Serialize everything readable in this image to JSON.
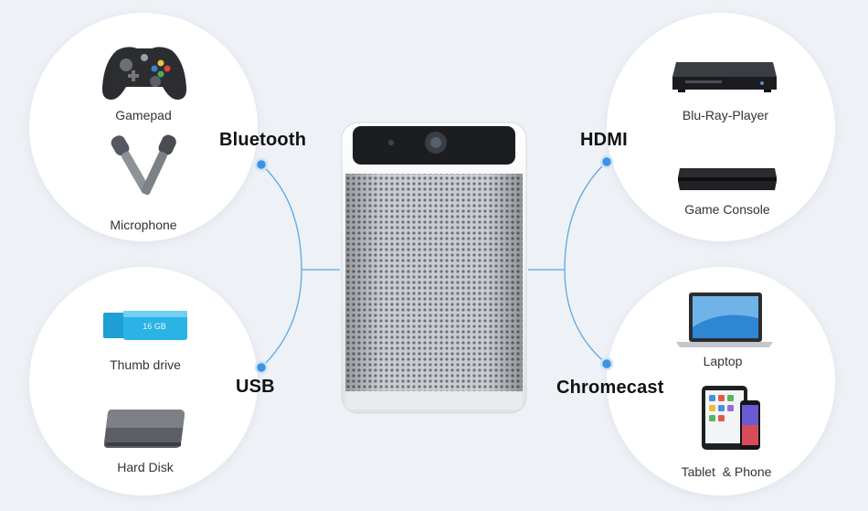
{
  "groups": {
    "bluetooth": {
      "title": "Bluetooth",
      "items": [
        "Gamepad",
        "Microphone"
      ]
    },
    "usb": {
      "title": "USB",
      "items": [
        "Thumb drive",
        "Hard Disk"
      ]
    },
    "hdmi": {
      "title": "HDMI",
      "items": [
        "Blu-Ray-Player",
        "Game Console"
      ]
    },
    "chromecast": {
      "title": "Chromecast",
      "items": [
        "Laptop",
        "Tablet  & Phone"
      ]
    }
  },
  "thumb_drive_capacity": "16 GB",
  "colors": {
    "background": "#eef1f6",
    "connector": "#5aa8e6",
    "node": "#3b93e4",
    "usb_drive": "#22a7d8"
  },
  "icons": {
    "gamepad": "gamepad-icon",
    "microphone": "microphone-icon",
    "thumb_drive": "thumb-drive-icon",
    "hard_disk": "hard-disk-icon",
    "bluray": "bluray-player-icon",
    "console": "game-console-icon",
    "laptop": "laptop-icon",
    "tablet_phone": "tablet-phone-icon",
    "projector": "projector-icon"
  }
}
